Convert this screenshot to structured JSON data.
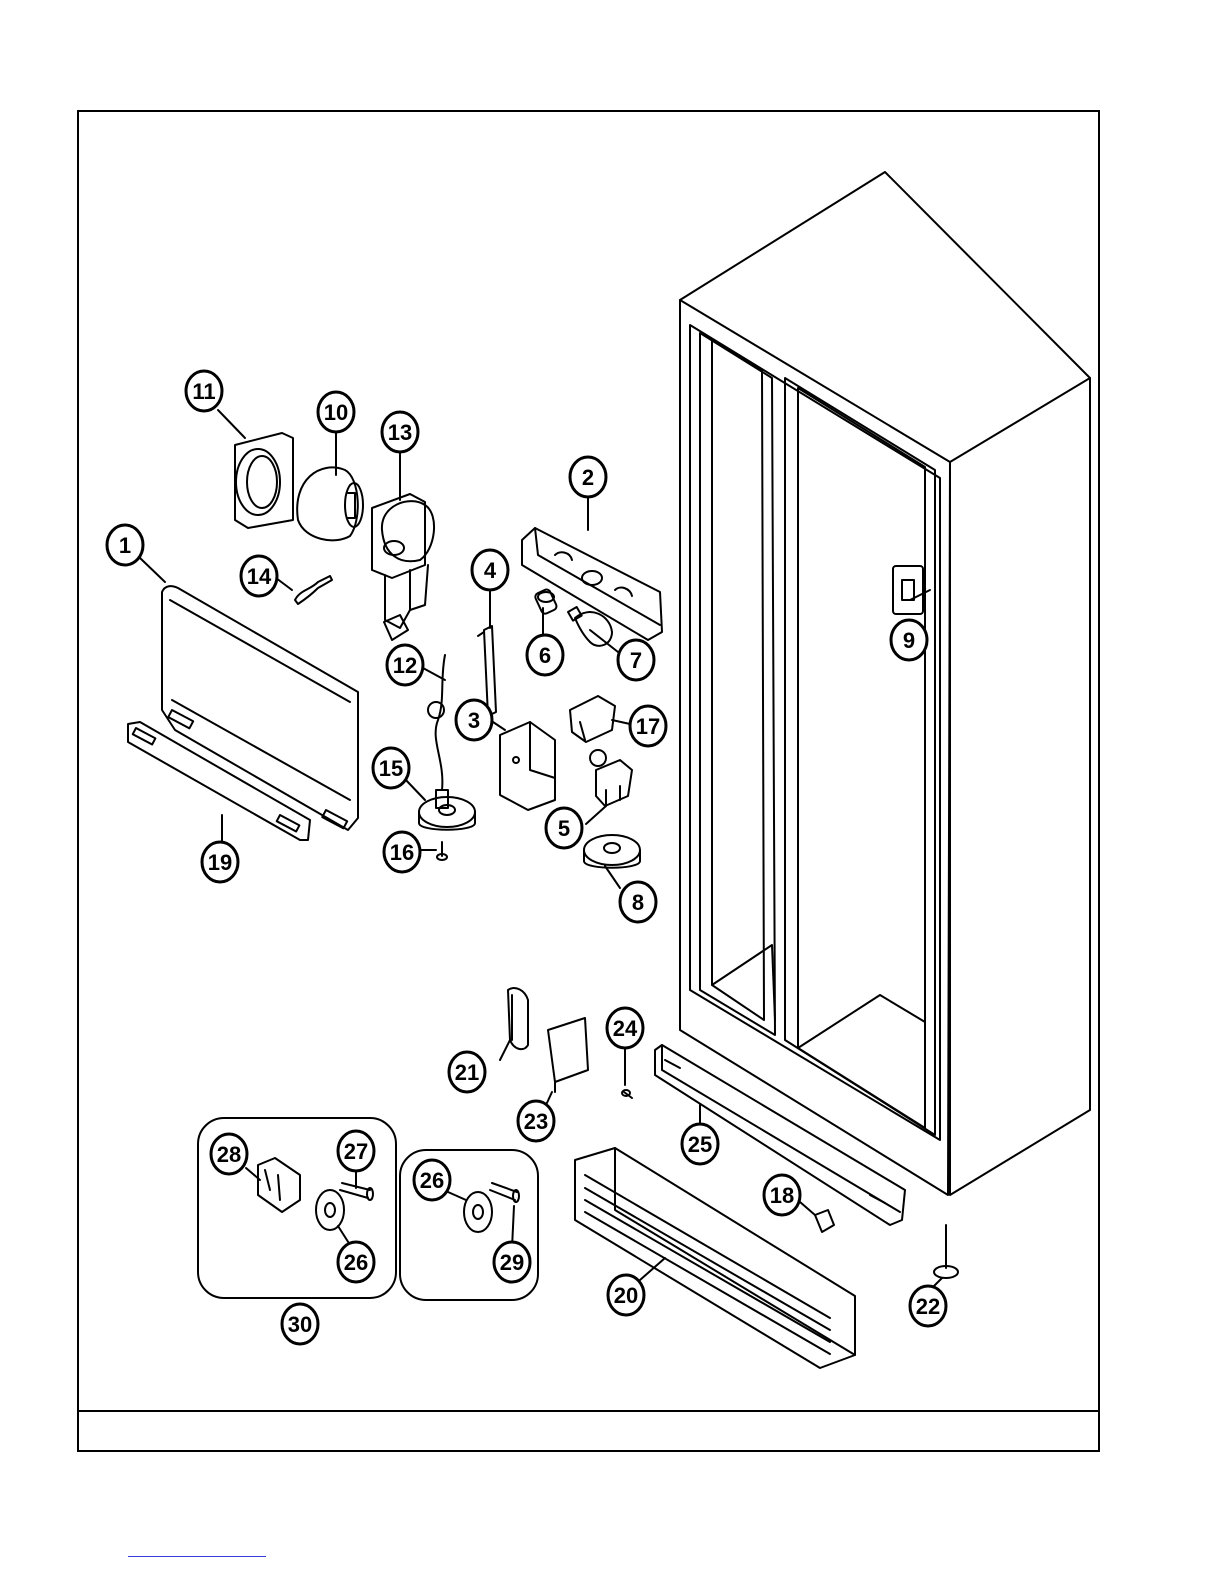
{
  "diagram": {
    "callouts": [
      {
        "id": "c1",
        "label": "1"
      },
      {
        "id": "c2",
        "label": "2"
      },
      {
        "id": "c3",
        "label": "3"
      },
      {
        "id": "c4",
        "label": "4"
      },
      {
        "id": "c5",
        "label": "5"
      },
      {
        "id": "c6",
        "label": "6"
      },
      {
        "id": "c7",
        "label": "7"
      },
      {
        "id": "c8",
        "label": "8"
      },
      {
        "id": "c9",
        "label": "9"
      },
      {
        "id": "c10",
        "label": "10"
      },
      {
        "id": "c11",
        "label": "11"
      },
      {
        "id": "c12",
        "label": "12"
      },
      {
        "id": "c13",
        "label": "13"
      },
      {
        "id": "c14",
        "label": "14"
      },
      {
        "id": "c15",
        "label": "15"
      },
      {
        "id": "c16",
        "label": "16"
      },
      {
        "id": "c17",
        "label": "17"
      },
      {
        "id": "c18",
        "label": "18"
      },
      {
        "id": "c19",
        "label": "19"
      },
      {
        "id": "c20",
        "label": "20"
      },
      {
        "id": "c21",
        "label": "21"
      },
      {
        "id": "c22",
        "label": "22"
      },
      {
        "id": "c23",
        "label": "23"
      },
      {
        "id": "c24",
        "label": "24"
      },
      {
        "id": "c25",
        "label": "25"
      },
      {
        "id": "c26a",
        "label": "26"
      },
      {
        "id": "c26b",
        "label": "26"
      },
      {
        "id": "c27",
        "label": "27"
      },
      {
        "id": "c28",
        "label": "28"
      },
      {
        "id": "c29",
        "label": "29"
      },
      {
        "id": "c30",
        "label": "30"
      }
    ]
  },
  "colors": {
    "line": "#000000",
    "background": "#ffffff",
    "link": "#3b3bd8"
  }
}
